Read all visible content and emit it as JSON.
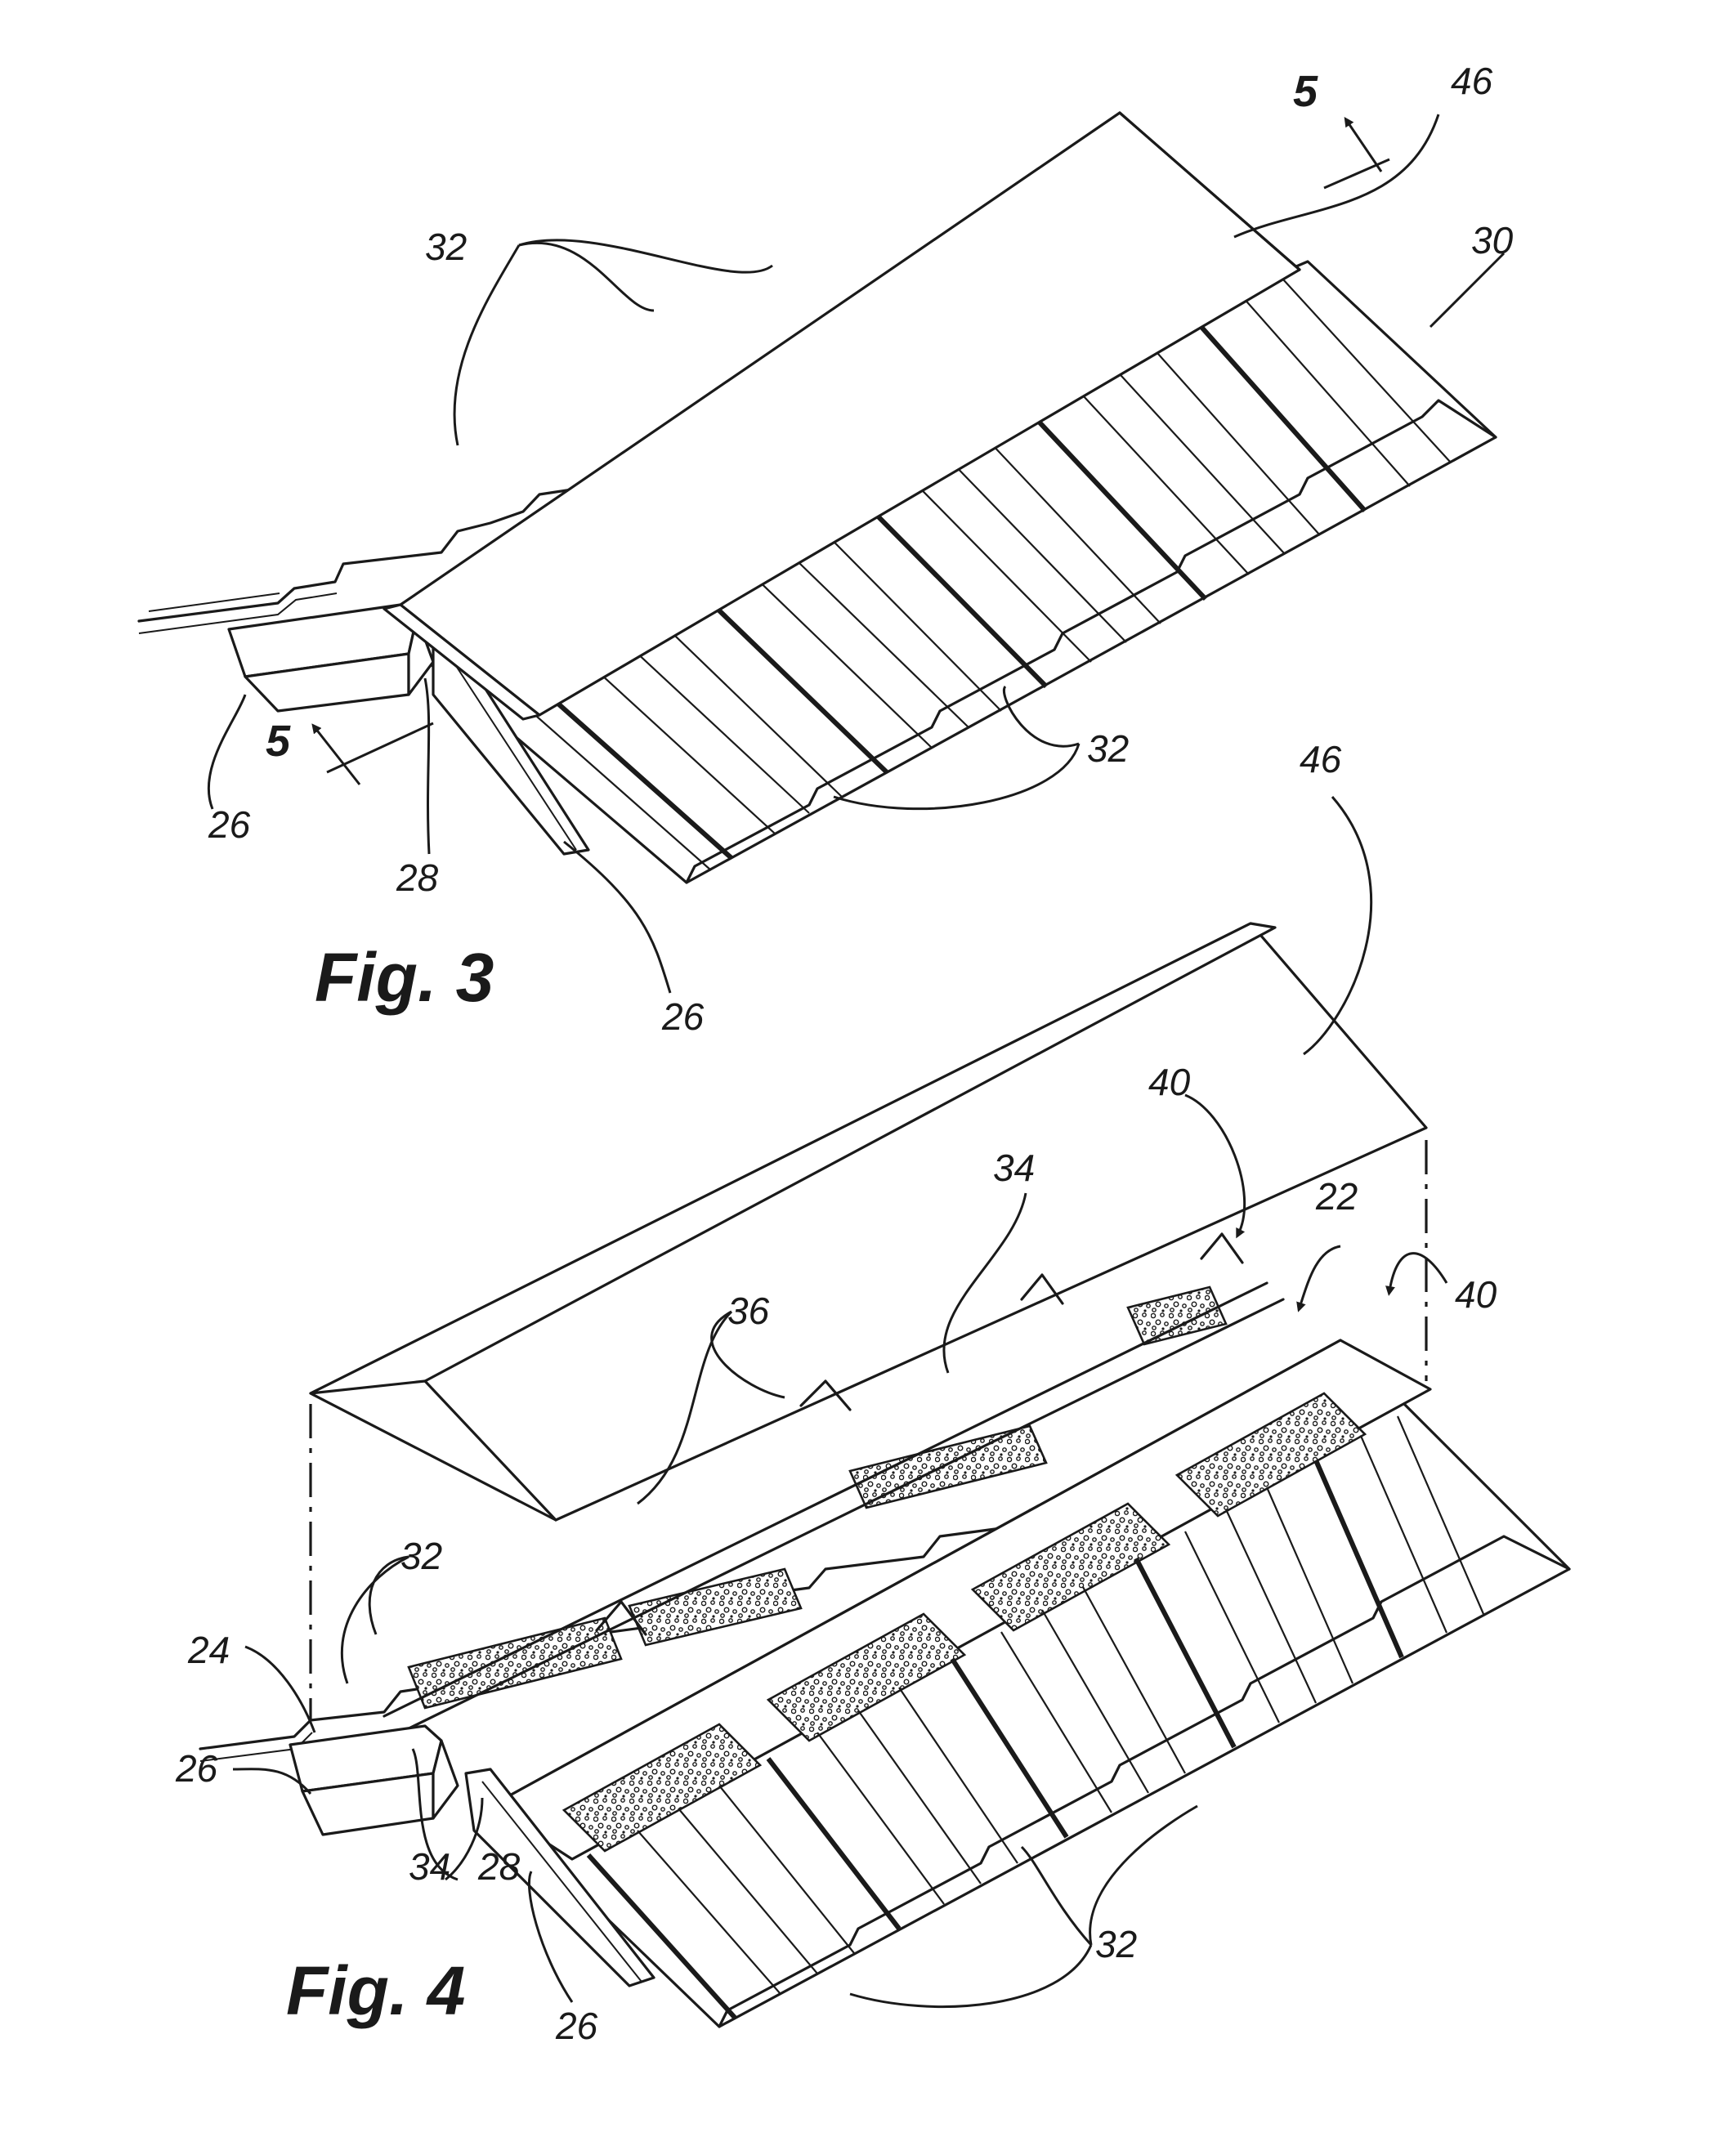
{
  "figures": [
    {
      "label": "Fig. 3",
      "refs": [
        "46",
        "30",
        "32",
        "32",
        "26",
        "26",
        "28"
      ],
      "section_marker": "5"
    },
    {
      "label": "Fig. 4",
      "refs": [
        "46",
        "40",
        "34",
        "22",
        "40",
        "36",
        "32",
        "24",
        "26",
        "34",
        "28",
        "32",
        "26"
      ]
    }
  ],
  "colors": {
    "ink": "#1a1a1a",
    "paper": "#ffffff"
  }
}
